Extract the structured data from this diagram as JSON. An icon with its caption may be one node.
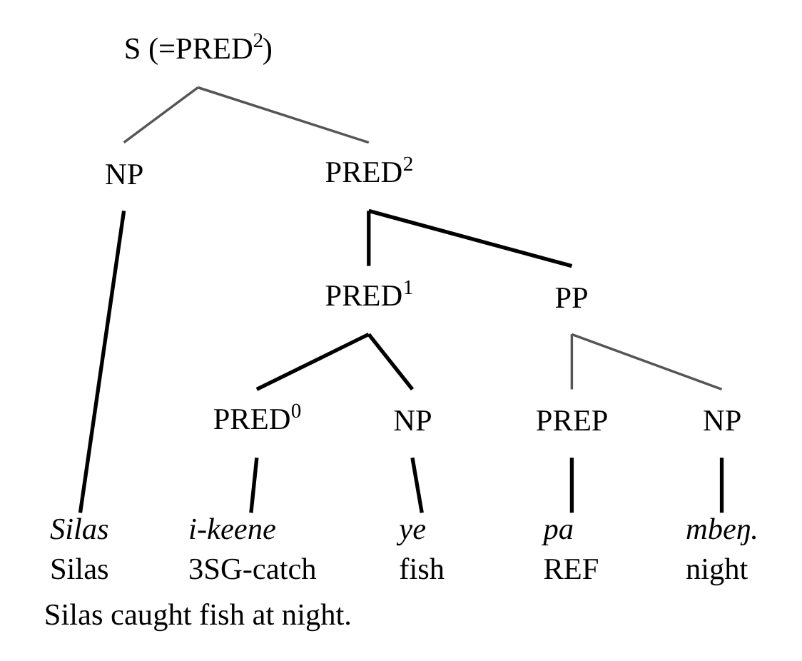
{
  "diagram": {
    "caption": "Silas caught fish at night.",
    "nodes": [
      {
        "text": [
          "S (=PRED$^{2}$)"
        ]
      },
      {
        "text": [
          "NP"
        ]
      },
      {
        "text": [
          "PRED$^{2}$"
        ]
      },
      {
        "text": [
          "PRED$^{1}$"
        ]
      },
      {
        "text": [
          "PRED$^{0}$"
        ]
      },
      {
        "text": [
          "NP"
        ]
      },
      {
        "text": [
          "PP"
        ]
      },
      {
        "text": [
          "PREP"
        ]
      },
      {
        "text": [
          "NP"
        ]
      },
      {
        "text": [
          "Silas",
          "Silas"
        ]
      },
      {
        "text": [
          "i-keene",
          "3SG-catch"
        ]
      },
      {
        "text": [
          "ye",
          "fish"
        ]
      },
      {
        "text": [
          "pa",
          "REF"
        ]
      },
      {
        "text": [
          "mbeŋ.",
          "night"
        ]
      }
    ],
    "edges": [
      {
        "from": 0,
        "to": 1,
        "arrow": "none",
        "color": "#555555"
      },
      {
        "from": 0,
        "to": 2,
        "arrow": "none",
        "color": "#555555"
      },
      {
        "from": 1,
        "to": 9,
        "arrow": "none"
      },
      {
        "from": 2,
        "to": 3,
        "arrow": "none"
      },
      {
        "from": 2,
        "to": 6,
        "arrow": "none"
      },
      {
        "from": 3,
        "to": 4,
        "arrow": "none"
      },
      {
        "from": 3,
        "to": 5,
        "arrow": "none"
      },
      {
        "from": 4,
        "to": 10,
        "arrow": "none"
      },
      {
        "from": 5,
        "to": 11,
        "arrow": "none"
      },
      {
        "from": 6,
        "to": 7,
        "arrow": "none",
        "color": "#555555"
      },
      {
        "from": 6,
        "to": 8,
        "arrow": "none",
        "color": "#555555"
      },
      {
        "from": 7,
        "to": 12,
        "arrow": "none"
      },
      {
        "from": 8,
        "to": 13,
        "arrow": "none"
      }
    ]
  }
}
